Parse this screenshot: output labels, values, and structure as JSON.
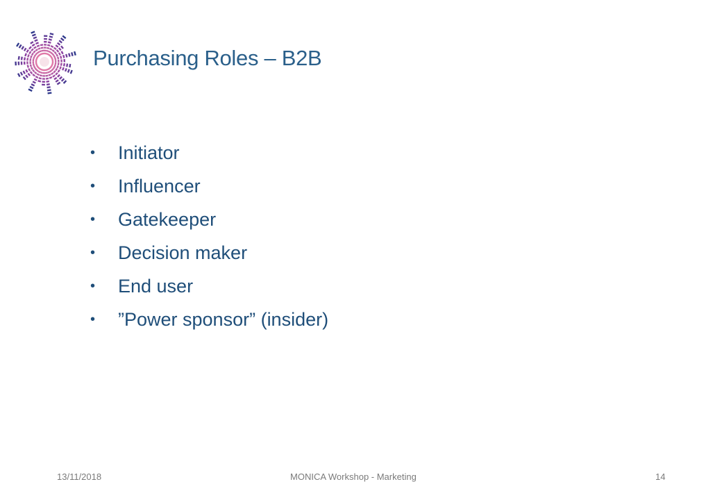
{
  "slide": {
    "title": "Purchasing Roles – B2B",
    "bullets": [
      "Initiator",
      "Influencer",
      "Gatekeeper",
      "Decision maker",
      "End user",
      "”Power sponsor” (insider)"
    ]
  },
  "footer": {
    "date": "13/11/2018",
    "center": "MONICA Workshop  - Marketing",
    "page_number": "14"
  },
  "colors": {
    "title": "#2a5f8a",
    "body_text": "#1f4e79",
    "footer_text": "#7a7a7a",
    "logo_dark": "#2e3a8c",
    "logo_mid": "#8a3fa0",
    "logo_light": "#e07aa8"
  }
}
